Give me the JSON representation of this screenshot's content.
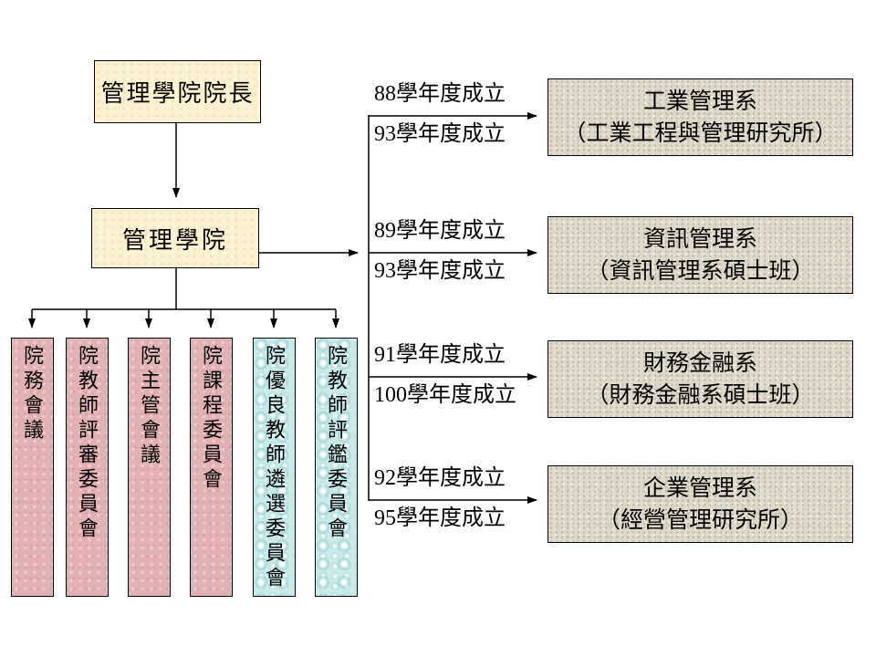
{
  "slide": {
    "background": "#FFFFFF"
  },
  "colors": {
    "box_cream": "#FCF2D0",
    "box_pink": "#E2B1B3",
    "box_blue": "#C9EBE9",
    "box_tan": "#DFD9C9",
    "line": "#000000",
    "text": "#000000"
  },
  "org_chart": {
    "dean": {
      "label": "管理學院院長"
    },
    "college": {
      "label": "管理學院"
    },
    "committees": [
      {
        "label": "院務會議",
        "style": "pink"
      },
      {
        "label": "院教師評審委員會",
        "style": "pink"
      },
      {
        "label": "院主管會議",
        "style": "pink"
      },
      {
        "label": "院課程委員會",
        "style": "pink"
      },
      {
        "label": "院優良教師遴選委員會",
        "style": "blue"
      },
      {
        "label": "院教師評鑑委員會",
        "style": "blue"
      }
    ],
    "departments": [
      {
        "title": "工業管理系",
        "subtitle": "（工業工程與管理研究所）",
        "established_top": "88學年度成立",
        "established_bottom": "93學年度成立"
      },
      {
        "title": "資訊管理系",
        "subtitle": "（資訊管理系碩士班）",
        "established_top": "89學年度成立",
        "established_bottom": "93學年度成立"
      },
      {
        "title": "財務金融系",
        "subtitle": "（財務金融系碩士班）",
        "established_top": "91學年度成立",
        "established_bottom": "100學年度成立"
      },
      {
        "title": "企業管理系",
        "subtitle": "（經營管理研究所）",
        "established_top": "92學年度成立",
        "established_bottom": "95學年度成立"
      }
    ]
  }
}
